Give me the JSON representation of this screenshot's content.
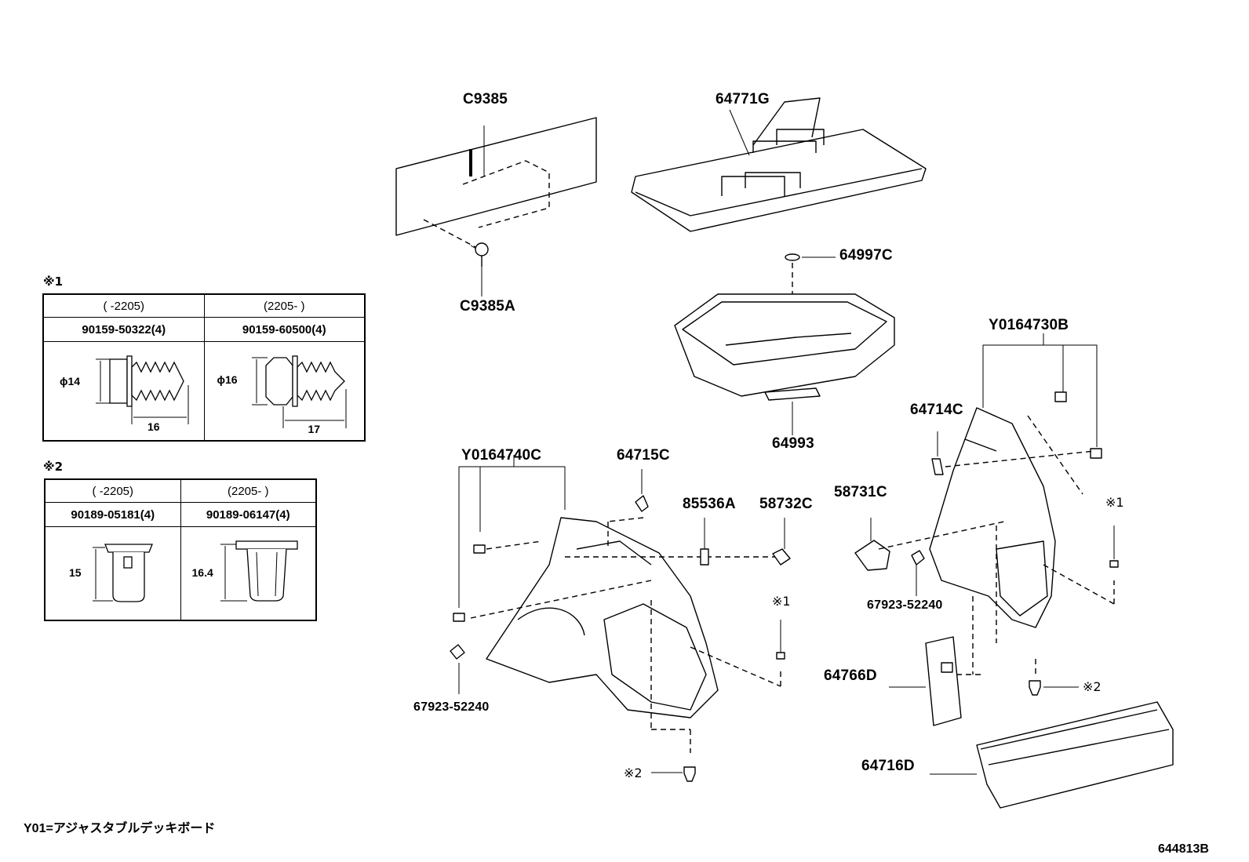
{
  "labels": {
    "c9385": "C9385",
    "c9385a": "C9385A",
    "p64771g": "64771G",
    "p64997c": "64997C",
    "p64993": "64993",
    "y0164730b": "Y0164730B",
    "p64714c": "64714C",
    "y0164740c": "Y0164740C",
    "p64715c": "64715C",
    "p85536a": "85536A",
    "p58732c": "58732C",
    "p58731c": "58731C",
    "p67923_left": "67923-52240",
    "p67923_right": "67923-52240",
    "p64766d": "64766D",
    "p64716d": "64716D"
  },
  "marks": {
    "m1_center": "※1",
    "m1_right": "※1",
    "m2_center": "※2",
    "m2_right": "※2"
  },
  "table1": {
    "note": "※1",
    "range_a": "(    -2205)",
    "range_b": "(2205-     )",
    "part_a": "90159-50322(4)",
    "part_b": "90159-60500(4)",
    "dia_a": "ϕ14",
    "len_a": "16",
    "dia_b": "ϕ16",
    "len_b": "17"
  },
  "table2": {
    "note": "※2",
    "range_a": "(    -2205)",
    "range_b": "(2205-     )",
    "part_a": "90189-05181(4)",
    "part_b": "90189-06147(4)",
    "len_a": "15",
    "len_b": "16.4"
  },
  "footer": {
    "legend": "Y01=アジャスタブルデッキボード",
    "diagram_code": "644813B"
  }
}
